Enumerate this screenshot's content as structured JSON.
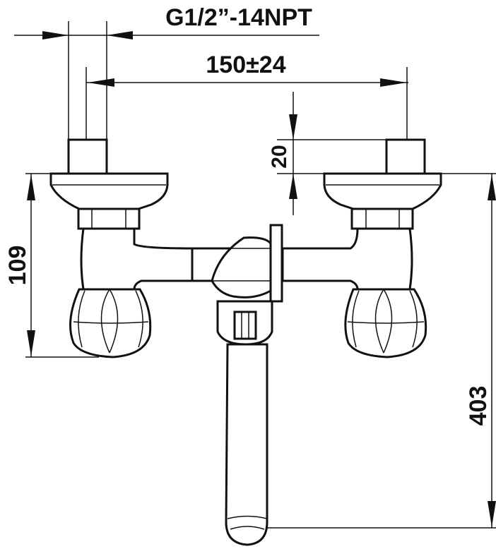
{
  "dimensions": {
    "thread": "G1/2”-14NPT",
    "spacing": "150±24",
    "nut_height": "20",
    "handle_height": "109",
    "overall_height": "403"
  }
}
